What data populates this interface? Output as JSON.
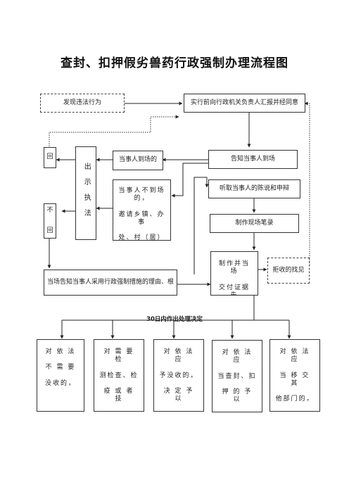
{
  "title": "查封、扣押假劣兽药行政强制办理流程图",
  "nodes": {
    "discover": "发现违法行为",
    "report": "实行前向行政机关负责人汇报并经同意",
    "notify": "告知当事人到场",
    "party_present": "当事人到场的",
    "party_absent": [
      "当事人不到场的，",
      "邀请乡镇、办事",
      "处、村（居）委会"
    ],
    "show_id": "出示执法",
    "hear": "听取当事人的陈说和申辩",
    "record": "制作现场笔录",
    "make_deliver": [
      "制作并当场",
      "交付证据先"
    ],
    "refuse": "拒收的找见",
    "inform_reason": "当场告知当事人采用行政强制措施的理由、根",
    "back": "回",
    "no_back": [
      "不",
      "回"
    ],
    "decision_label": "30日内作出处理决定"
  },
  "outcomes": [
    [
      "对 依 法",
      "不 需 要",
      "没收的，"
    ],
    [
      "对 需 要 检",
      "测检查、检",
      "疫 或 者 技"
    ],
    [
      "对 依 法 应",
      "予没收的，",
      "决 定 予 以"
    ],
    [
      "对 依 法 应",
      "当查封、扣",
      "押 的 予 以"
    ],
    [
      "对 依 法 应",
      "当 移 交 其",
      "他部门的，"
    ]
  ]
}
